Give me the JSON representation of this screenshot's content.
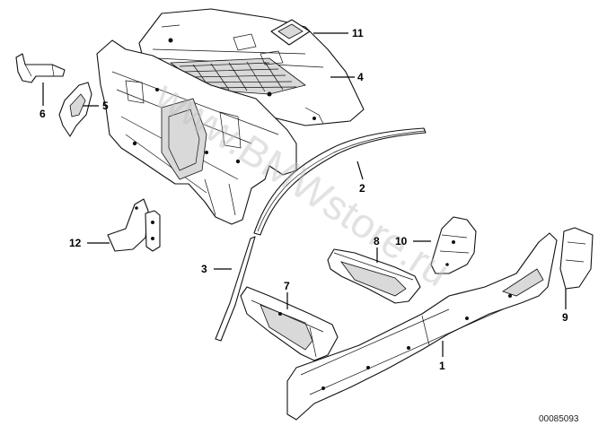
{
  "diagram": {
    "document_number": "00085093",
    "watermark": "www.BMWstore.ru",
    "callouts": [
      {
        "id": "c1",
        "label": "1"
      },
      {
        "id": "c2",
        "label": "2"
      },
      {
        "id": "c3",
        "label": "3"
      },
      {
        "id": "c4",
        "label": "4"
      },
      {
        "id": "c5",
        "label": "5"
      },
      {
        "id": "c6",
        "label": "6"
      },
      {
        "id": "c7",
        "label": "7"
      },
      {
        "id": "c8",
        "label": "8"
      },
      {
        "id": "c9",
        "label": "9"
      },
      {
        "id": "c10",
        "label": "10"
      },
      {
        "id": "c11",
        "label": "11"
      },
      {
        "id": "c12",
        "label": "12"
      }
    ]
  }
}
